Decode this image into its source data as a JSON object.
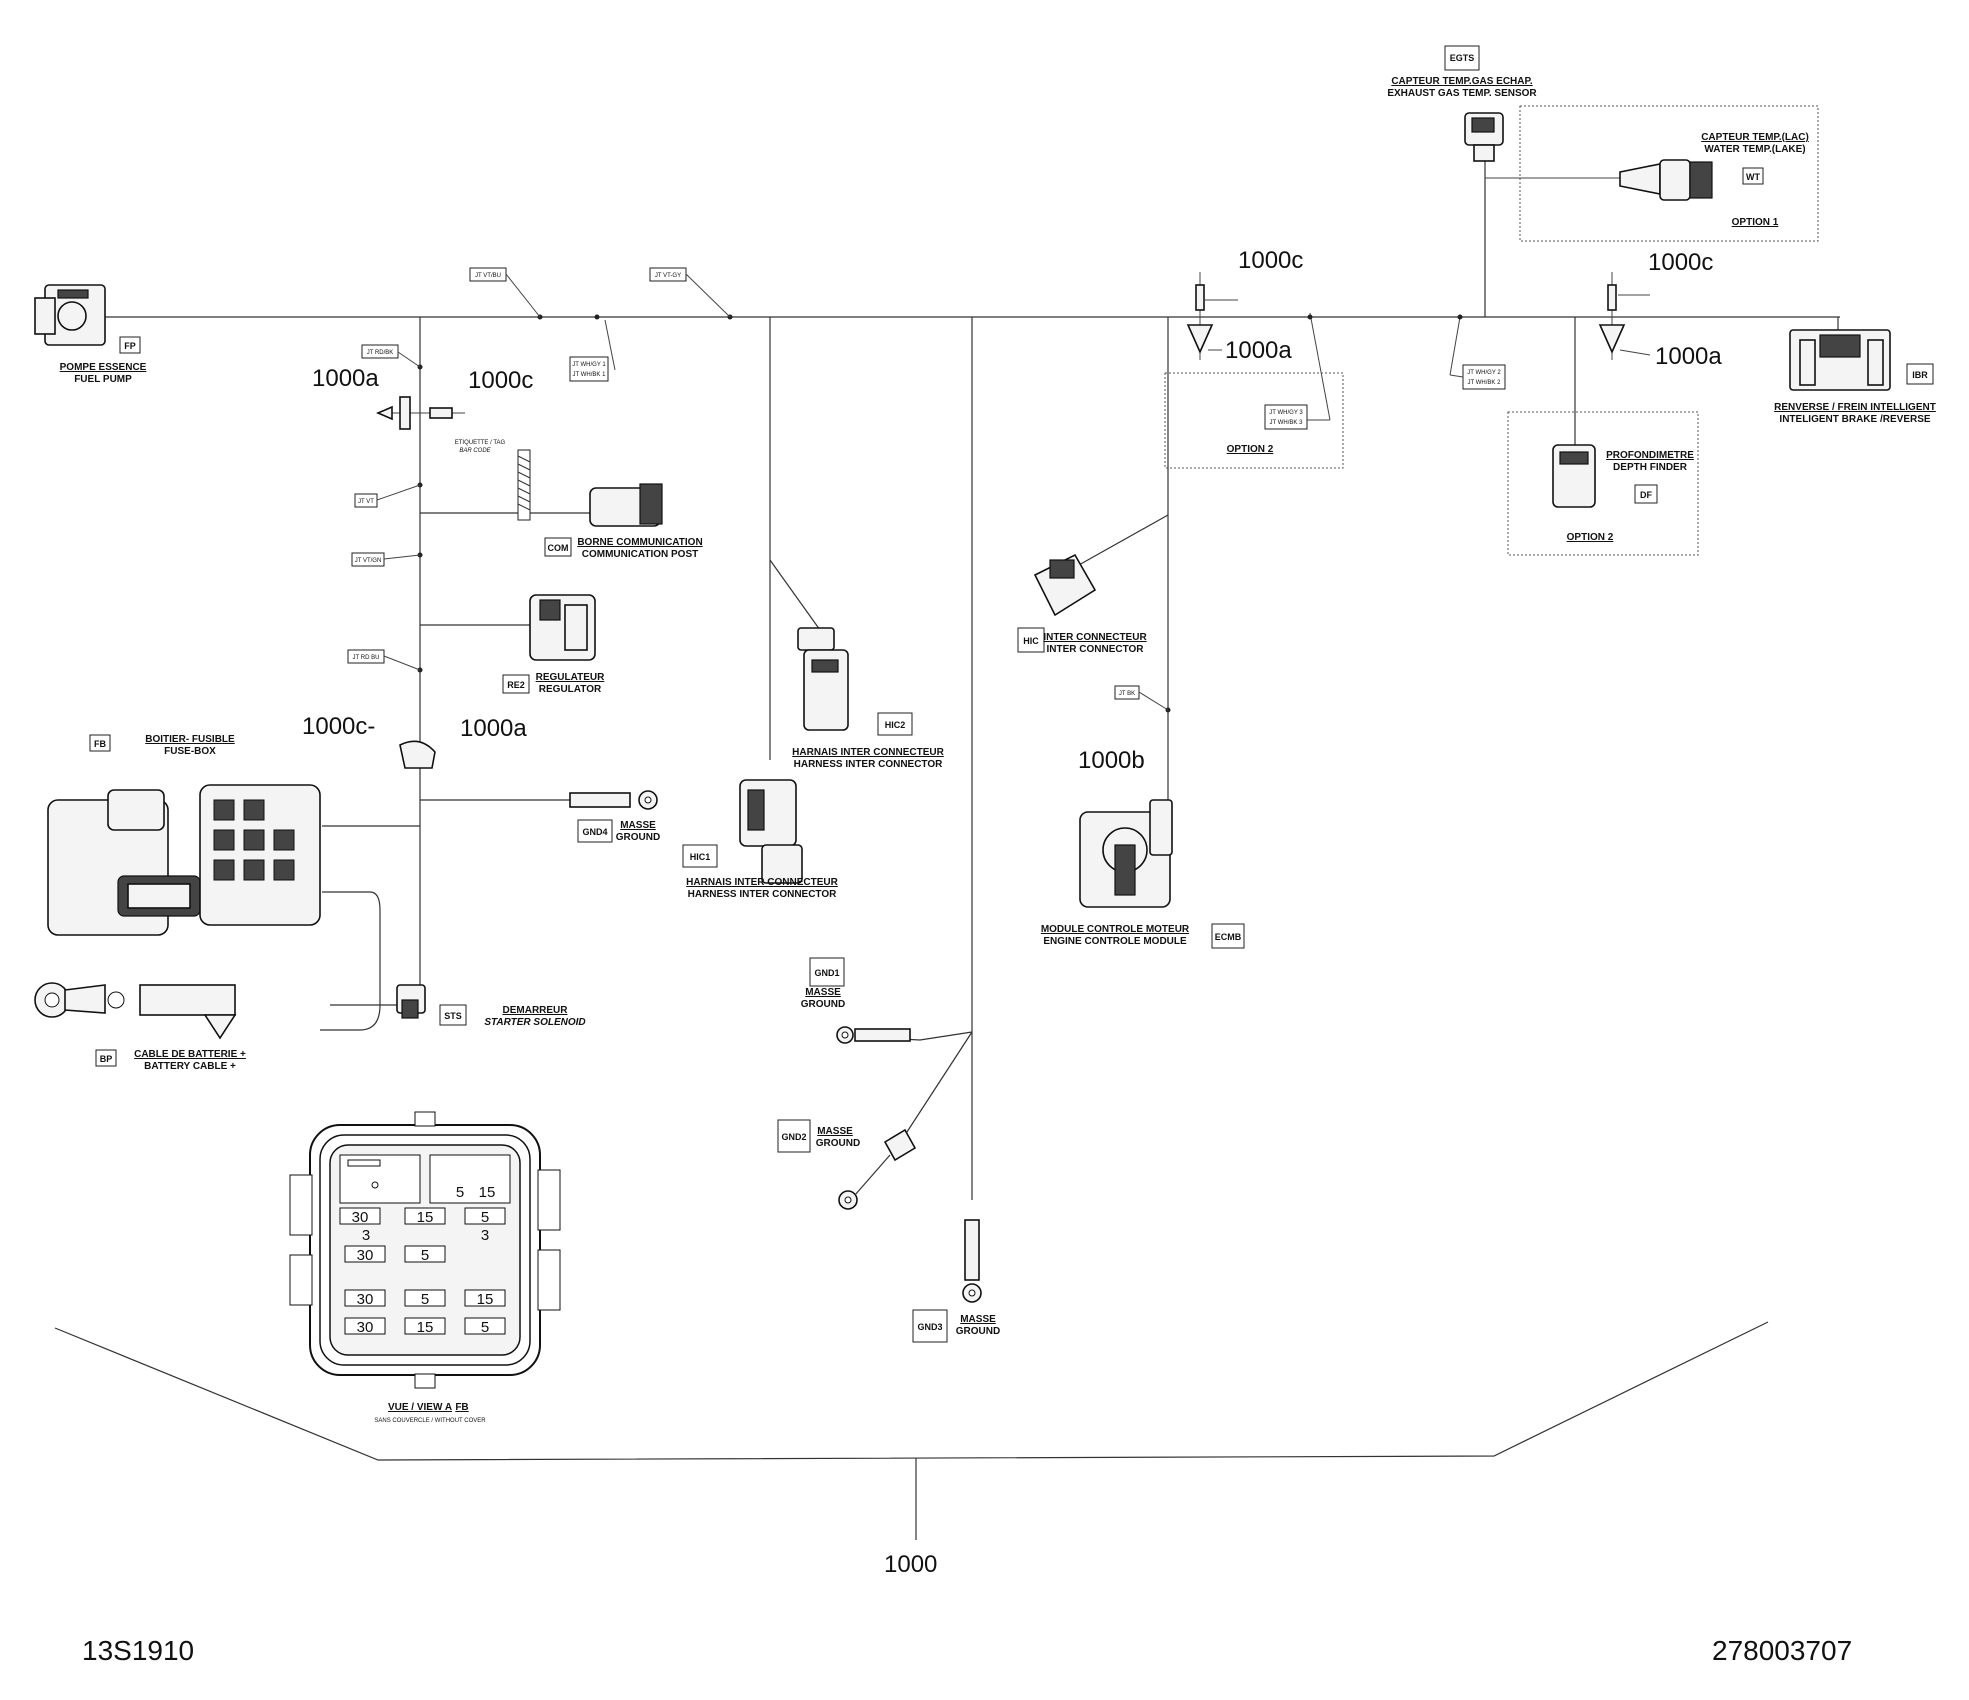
{
  "drawing": {
    "left_code": "13S1910",
    "right_code": "278003707",
    "harness_ref": "1000"
  },
  "refs": {
    "a": "1000a",
    "b": "1000b",
    "c": "1000c",
    "c_dash": "1000c-"
  },
  "components": {
    "fp": {
      "code": "FP",
      "fr": "POMPE ESSENCE",
      "en": "FUEL PUMP"
    },
    "egts": {
      "code": "EGTS",
      "fr": "CAPTEUR TEMP.GAS ECHAP.",
      "en": "EXHAUST GAS TEMP. SENSOR"
    },
    "wt": {
      "code": "WT",
      "fr": "CAPTEUR TEMP.(LAC)",
      "en": "WATER TEMP.(LAKE)",
      "option": "OPTION 1"
    },
    "ibr": {
      "code": "IBR",
      "fr": "RENVERSE / FREIN INTELLIGENT",
      "en": "INTELIGENT BRAKE /REVERSE"
    },
    "df": {
      "code": "DF",
      "fr": "PROFONDIMETRE",
      "en": "DEPTH FINDER",
      "option": "OPTION 2"
    },
    "opt2_small": {
      "option": "OPTION 2"
    },
    "com": {
      "code": "COM",
      "fr": "BORNE COMMUNICATION",
      "en": "COMMUNICATION POST"
    },
    "re2": {
      "code": "RE2",
      "fr": "REGULATEUR",
      "en": "REGULATOR"
    },
    "fb": {
      "code": "FB",
      "fr": "BOITIER- FUSIBLE",
      "en": "FUSE-BOX"
    },
    "gnd4": {
      "code": "GND4",
      "fr": "MASSE",
      "en": "GROUND"
    },
    "sts": {
      "code": "STS",
      "fr": "DEMARREUR",
      "en": "STARTER SOLENOID"
    },
    "bp": {
      "code": "BP",
      "fr": "CABLE DE BATTERIE +",
      "en": "BATTERY CABLE +"
    },
    "hic2": {
      "code": "HIC2",
      "fr": "HARNAIS INTER CONNECTEUR",
      "en": "HARNESS INTER CONNECTOR"
    },
    "hic1": {
      "code": "HIC1",
      "fr": "HARNAIS INTER CONNECTEUR",
      "en": "HARNESS INTER CONNECTOR"
    },
    "hic": {
      "code": "HIC",
      "fr": "INTER CONNECTEUR",
      "en": "INTER CONNECTOR"
    },
    "ecmb": {
      "code": "ECMB",
      "fr": "MODULE CONTROLE MOTEUR",
      "en": "ENGINE CONTROLE MODULE"
    },
    "gnd1": {
      "code": "GND1",
      "fr": "MASSE",
      "en": "GROUND"
    },
    "gnd2": {
      "code": "GND2",
      "fr": "MASSE",
      "en": "GROUND"
    },
    "gnd3": {
      "code": "GND3",
      "fr": "MASSE",
      "en": "GROUND"
    }
  },
  "tags": {
    "jt_vt_bu": "JT VT/BU",
    "jt_vt_gy": "JT VT-GY",
    "jt_rd_bk": "JT RD/BK",
    "jt_wh_gy_1": "JT WH/GY 1",
    "jt_wh_bk_1": "JT WH/BK 1",
    "jt_vt": "JT VT",
    "jt_vt_gn": "JT VT/GN",
    "jt_rd_bu": "JT RD BU",
    "jt_bk": "JT BK",
    "jt_wh_gy_3": "JT WH/GY 3",
    "jt_wh_bk_3": "JT WH/BK 3",
    "jt_wh_gy_2": "JT WH/GY 2",
    "jt_wh_bk_2": "JT WH/BK 2",
    "etiquette": "ETIQUETTE / TAG",
    "bar_code": "BAR CODE"
  },
  "view": {
    "title": "VUE / VIEW A",
    "ref": "FB",
    "subtitle": "SANS COUVERCLE / WITHOUT COVER"
  },
  "fuses": {
    "r1": [
      "30",
      "15",
      "5"
    ],
    "r2": [
      "3",
      "30",
      "5",
      "3"
    ],
    "r3": [
      "30",
      "5",
      "15"
    ],
    "r4": [
      "30",
      "15",
      "5"
    ],
    "top": [
      "5",
      "15"
    ]
  }
}
